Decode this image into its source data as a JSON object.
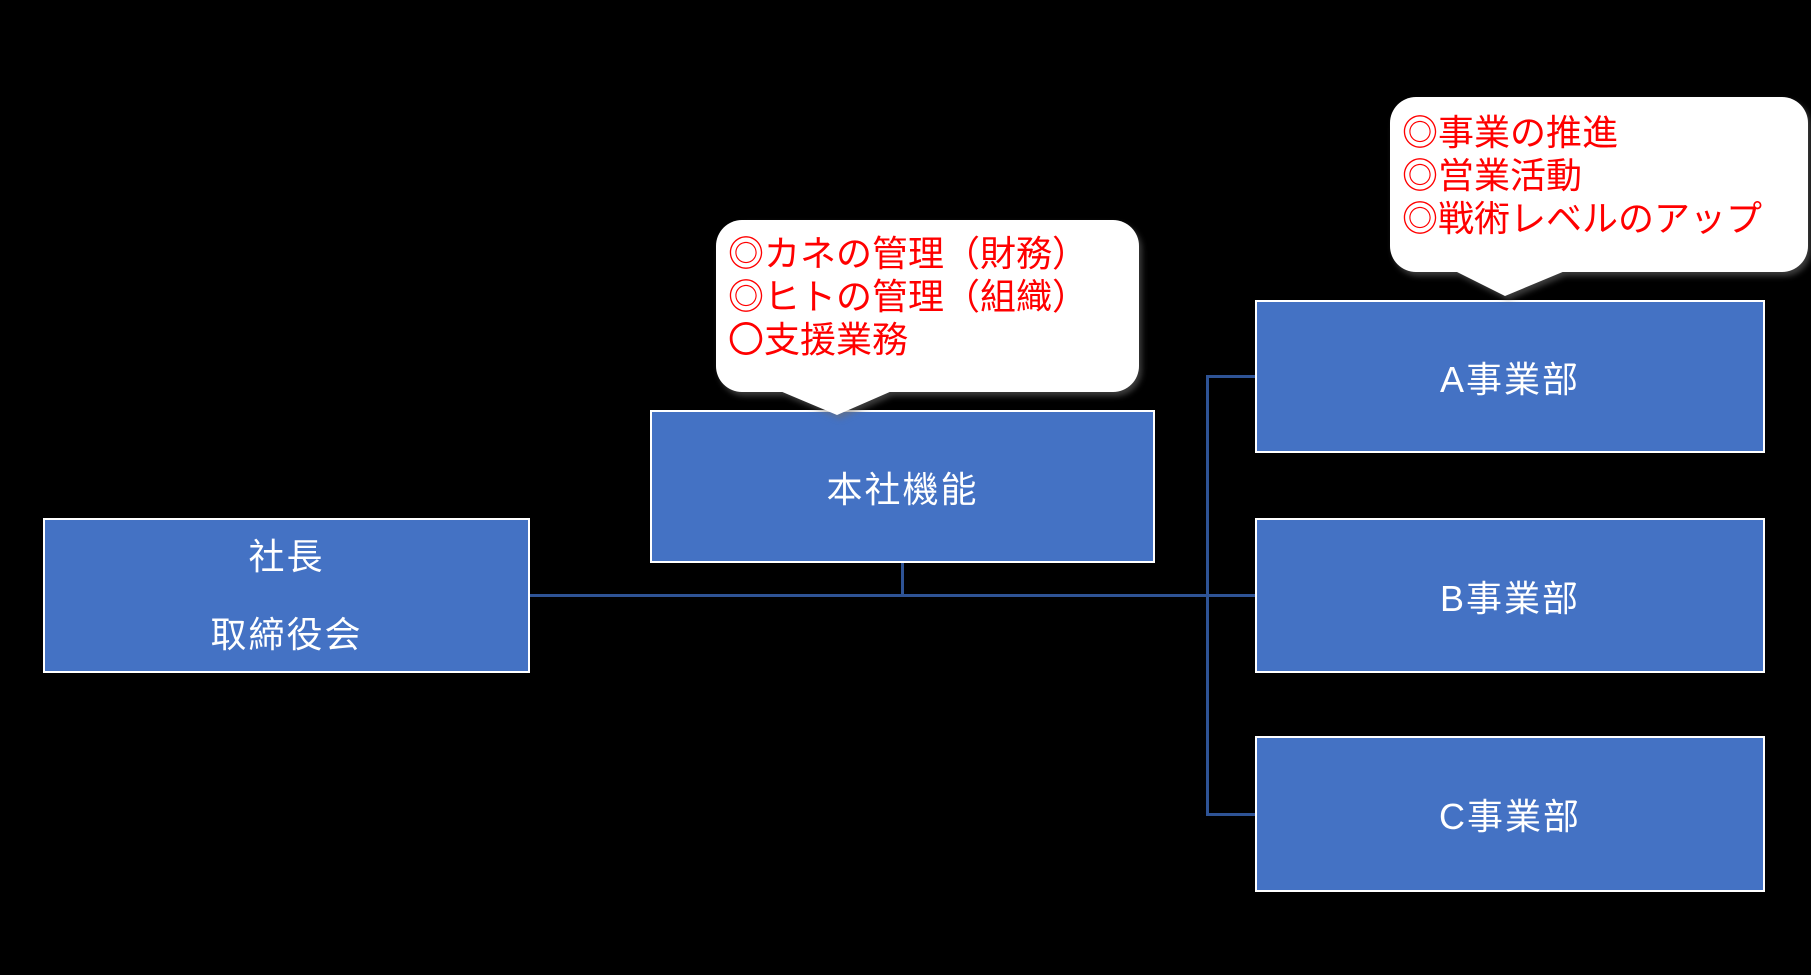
{
  "colors": {
    "background": "#000000",
    "box_fill": "#4472C4",
    "box_border": "#FFFFFF",
    "connector": "#2E5395",
    "callout_bg": "#FFFFFF",
    "callout_text": "#FF0000",
    "box_text": "#FFFFFF"
  },
  "boxes": {
    "president": {
      "lines": [
        "社長",
        "取締役会"
      ]
    },
    "headquarters": {
      "label": "本社機能"
    },
    "divisions": [
      {
        "label": "A事業部"
      },
      {
        "label": "B事業部"
      },
      {
        "label": "C事業部"
      }
    ]
  },
  "callouts": {
    "headquarters": {
      "lines": [
        "◎カネの管理（財務）",
        "◎ヒトの管理（組織）",
        "〇支援業務"
      ]
    },
    "divisions": {
      "lines": [
        "◎事業の推進",
        "◎営業活動",
        "◎戦術レベルのアップ"
      ]
    }
  }
}
